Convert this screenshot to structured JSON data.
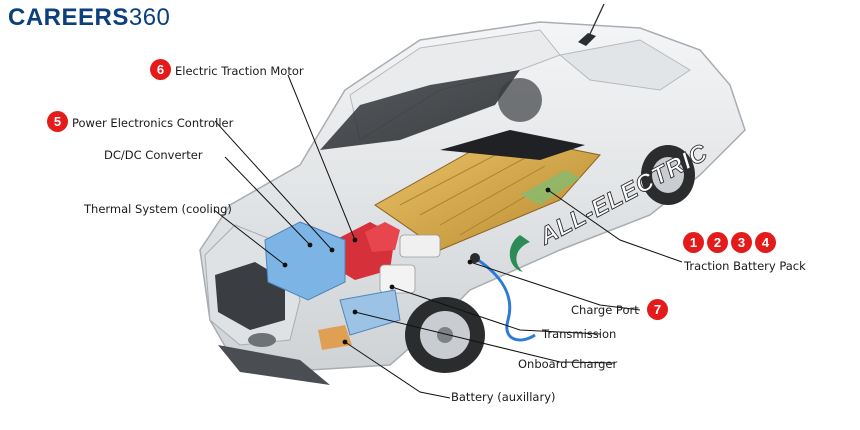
{
  "logo": {
    "brand": "CAREERS",
    "number": "360"
  },
  "car_text": "ALL-ELECTRIC",
  "labels": {
    "electric_traction_motor": "Electric Traction Motor",
    "power_electronics_controller": "Power Electronics Controller",
    "dc_dc_converter": "DC/DC Converter",
    "thermal_system": "Thermal System (cooling)",
    "traction_battery_pack": "Traction Battery Pack",
    "charge_port": "Charge Port",
    "transmission": "Transmission",
    "onboard_charger": "Onboard Charger",
    "battery_auxiliary": "Battery (auxillary)"
  },
  "badges": {
    "motor": "6",
    "controller": "5",
    "charge_port": "7",
    "battery": [
      "1",
      "2",
      "3",
      "4"
    ]
  },
  "colors": {
    "badge_red": "#e41b1b",
    "logo_blue": "#0c3f7d",
    "battery_gold": "#d7a646",
    "component_blue": "#7db4e6",
    "component_red": "#d6303a"
  }
}
